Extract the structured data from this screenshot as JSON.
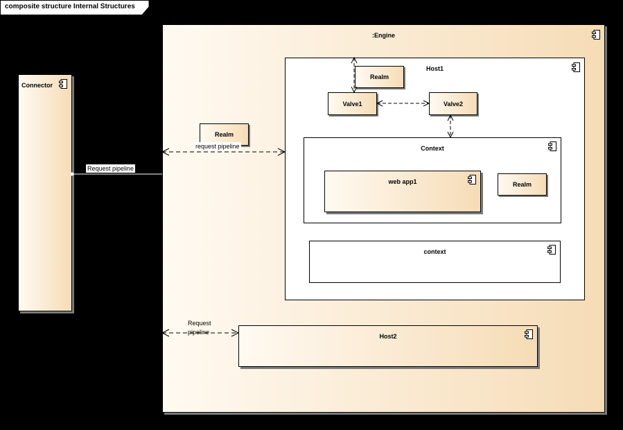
{
  "frame": {
    "title": "composite structure Internal Structures"
  },
  "components": {
    "connector": "Connector",
    "engine": ":Engine",
    "host1": "Host1",
    "host2": "Host2",
    "context": "Context",
    "context2": "context",
    "webapp": "web app1"
  },
  "parts": {
    "realm_engine": "Realm",
    "realm_host": "Realm",
    "realm_context": "Realm",
    "valve1": "Valve1",
    "valve2": "Valve2"
  },
  "connectors": {
    "connector_engine": "Request pipeline",
    "engine_host1": "request pipeline",
    "engine_host2_line1": "Request",
    "engine_host2_line2": "pipeline"
  },
  "icons": {
    "component": "component-icon"
  },
  "colors": {
    "gradient_start": "#fffaf2",
    "gradient_end": "#f6dcb6",
    "background": "#000000"
  }
}
